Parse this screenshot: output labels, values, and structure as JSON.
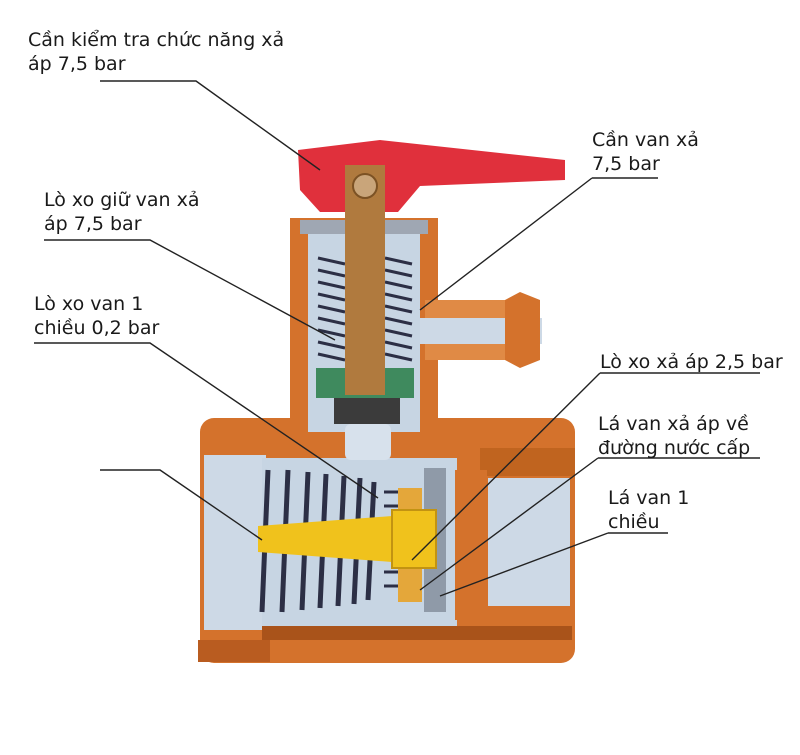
{
  "labels": {
    "test_lever": {
      "line1": "Cần kiểm tra chức năng xả",
      "line2": "áp 7,5 bar"
    },
    "valve_lever": {
      "line1": "Cần van xả",
      "line2": "7,5 bar"
    },
    "spring_75": {
      "line1": "Lò xo giữ van xả",
      "line2": "áp 7,5 bar"
    },
    "spring_02": {
      "line1": "Lò xo van 1",
      "line2": "chiều 0,2 bar"
    },
    "spring_25": {
      "line1": "Lò xo xả áp 2,5 bar"
    },
    "relief_disc": {
      "line1": "Lá van xả áp về",
      "line2": "đường nước cấp"
    },
    "check_disc": {
      "line1": "Lá van 1",
      "line2": "chiều"
    }
  },
  "colors": {
    "brass_body": "#d4722c",
    "brass_shadow": "#a9531a",
    "lever_red": "#e0303c",
    "stem": "#b07a3e",
    "cavity": "#cdd9e6",
    "spring": "#2c2f45",
    "seal_green": "#3f8a5e",
    "disc_gray": "#8f9aa8",
    "piston_yellow": "#f0c21c",
    "leader_line": "#222222"
  }
}
